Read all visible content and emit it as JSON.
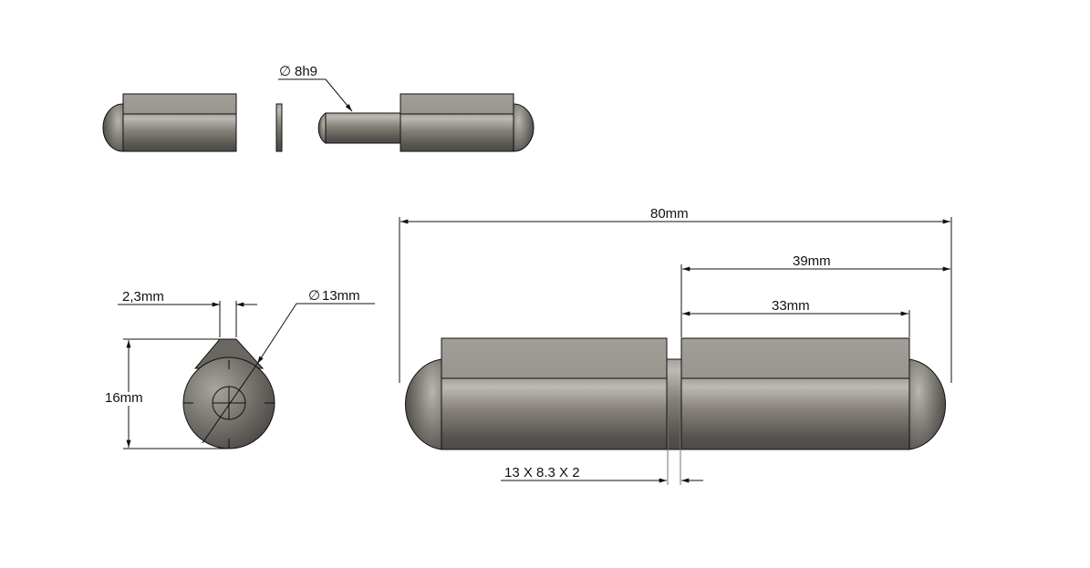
{
  "drawing": {
    "title": "Weld-on bullet hinge with washer — technical drawing",
    "colors": {
      "background": "#ffffff",
      "flat_face": "#9e9a95",
      "body_light": "#bdb9b4",
      "body_mid": "#858179",
      "body_dark": "#4c4a47",
      "line": "#111111"
    },
    "views": {
      "exploded": {
        "label": "exploded-side-view",
        "pin_diameter": "8h9",
        "diameter_symbol": "∅"
      },
      "end": {
        "label": "end-view",
        "flat_width": "2,3mm",
        "height": "16mm",
        "diameter": "13mm",
        "diameter_symbol": "∅"
      },
      "assembled": {
        "label": "assembled-side-view",
        "overall_length": "80mm",
        "right_half_length": "39mm",
        "flat_length": "33mm",
        "washer": "13 X 8.3 X 2"
      }
    }
  }
}
